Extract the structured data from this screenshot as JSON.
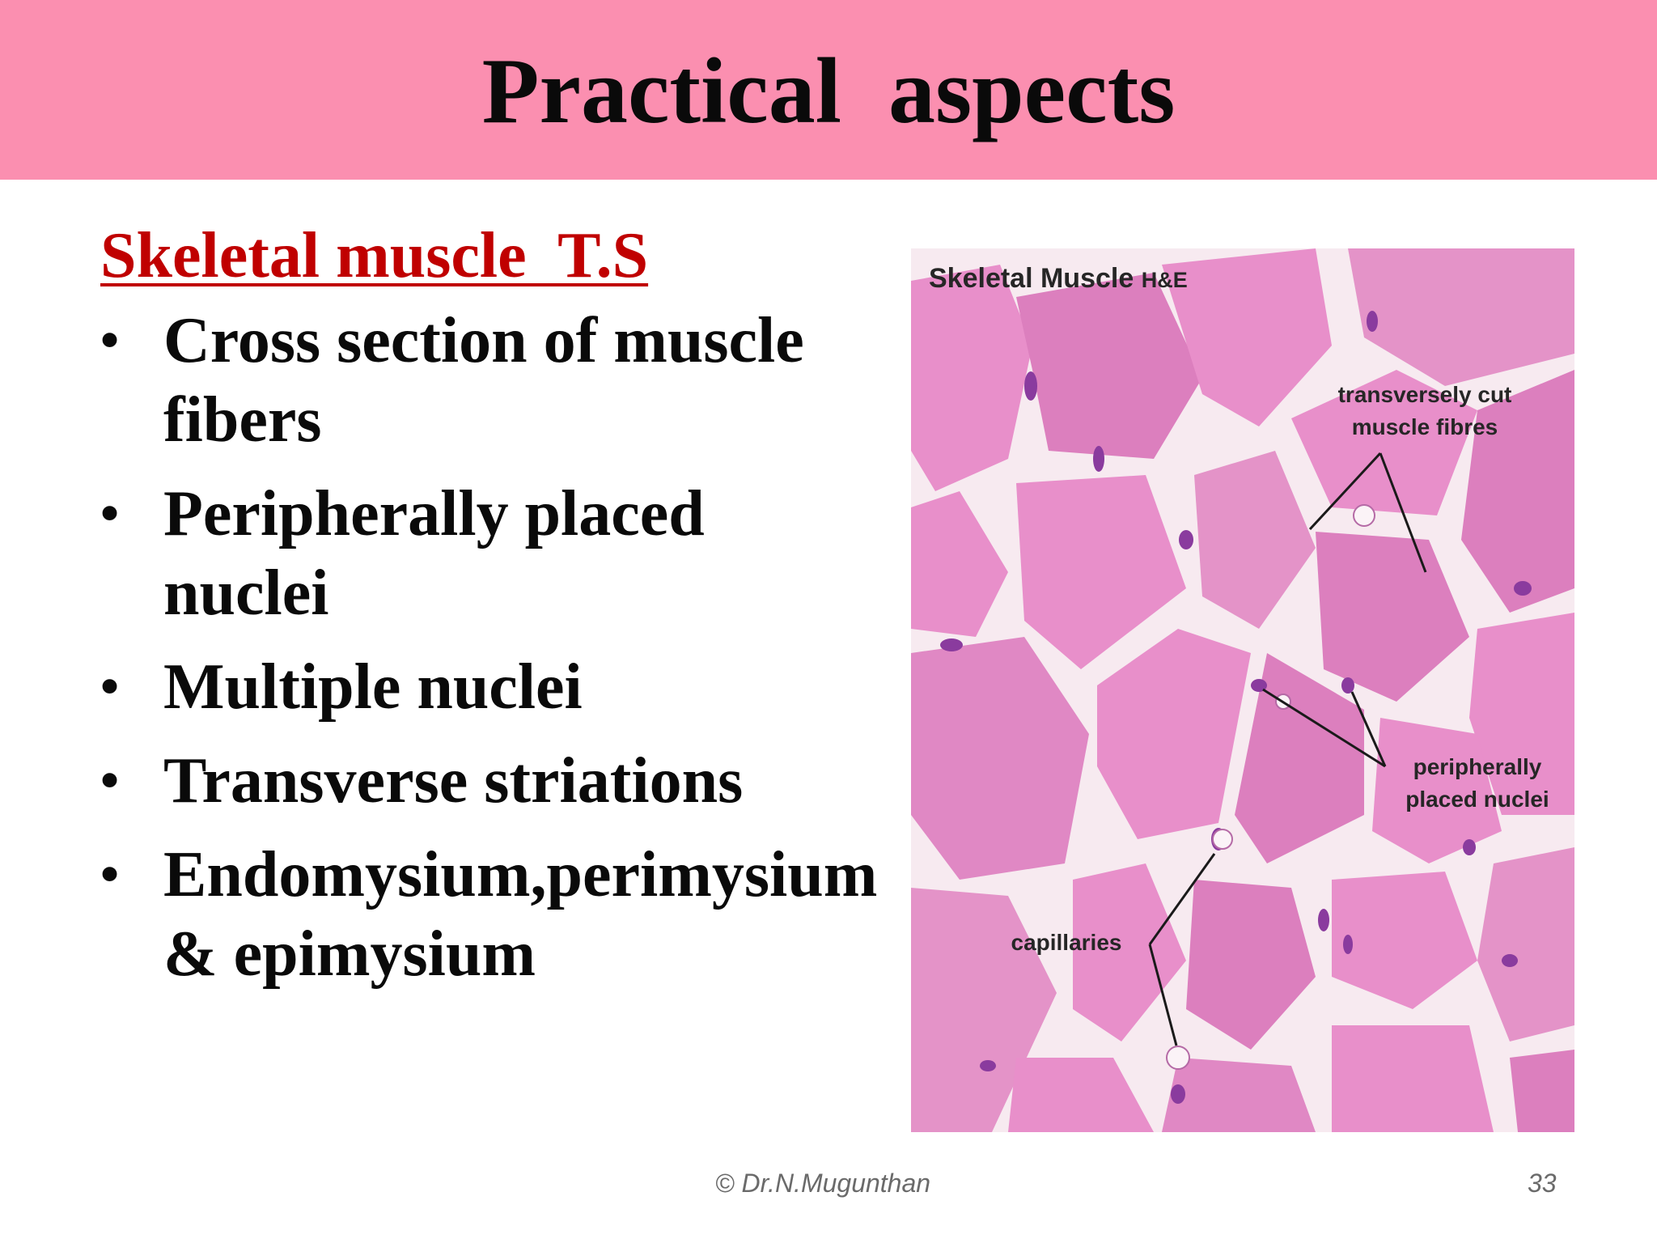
{
  "slide": {
    "title": "Practical  aspects",
    "subtitle": "Skeletal muscle  T.S",
    "bullets": [
      "Cross section of muscle fibers",
      "Peripherally placed nuclei",
      "Multiple nuclei",
      "Transverse striations",
      "Endomysium,perimysium & epimysium"
    ],
    "bullet_symbol": "•",
    "footer": {
      "copyright": "© Dr.N.Mugunthan",
      "page_number": "33"
    }
  },
  "micrograph": {
    "heading": "Skeletal Muscle",
    "stain": "H&E",
    "labels": {
      "fibres_line1": "transversely cut",
      "fibres_line2": "muscle fibres",
      "nuclei_line1": "peripherally",
      "nuclei_line2": "placed nuclei",
      "capillaries": "capillaries"
    },
    "colors": {
      "fibre": "#e88fca",
      "fibre_dark": "#dc7fbe",
      "connective": "#f7eaf0",
      "nucleus": "#8a3b9e"
    }
  },
  "theme": {
    "title_bar": "#fb8fb0",
    "subtitle": "#c00000"
  }
}
